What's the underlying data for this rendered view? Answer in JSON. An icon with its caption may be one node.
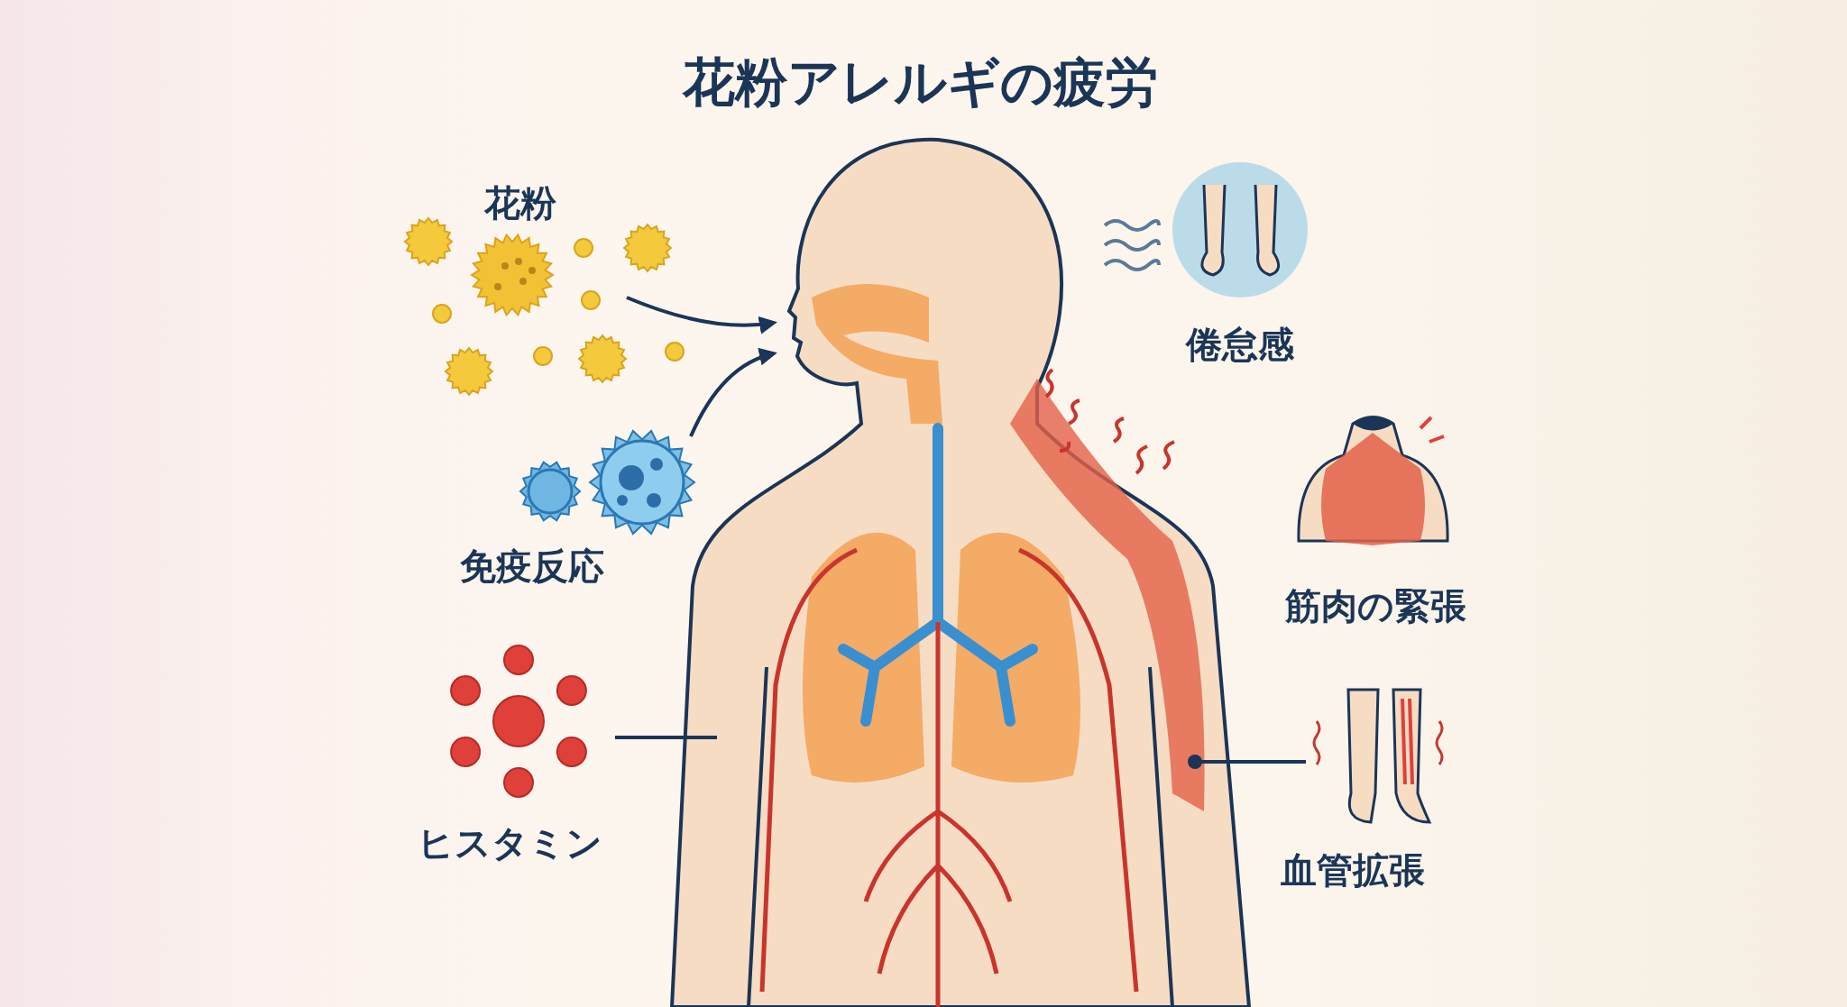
{
  "diagram": {
    "title": "花粉アレルギの疲労",
    "nodes": [
      {
        "text": [],
        "shape": "picture"
      },
      {
        "text": [
          "花粉"
        ]
      },
      {
        "text": [
          "免疫反応"
        ]
      },
      {
        "text": [
          "ヒスタミン"
        ]
      },
      {
        "text": [
          "倦怠感"
        ]
      },
      {
        "text": [
          "筋肉の緊張"
        ]
      },
      {
        "text": [
          "血管拡張"
        ]
      }
    ],
    "edges": [
      {
        "from": 1,
        "to": 0,
        "arrow": "to"
      },
      {
        "from": 2,
        "to": 0,
        "arrow": "to"
      },
      {
        "from": 3,
        "to": 0,
        "arrow": "none"
      },
      {
        "from": 6,
        "to": 0,
        "arrow": "other"
      }
    ]
  }
}
